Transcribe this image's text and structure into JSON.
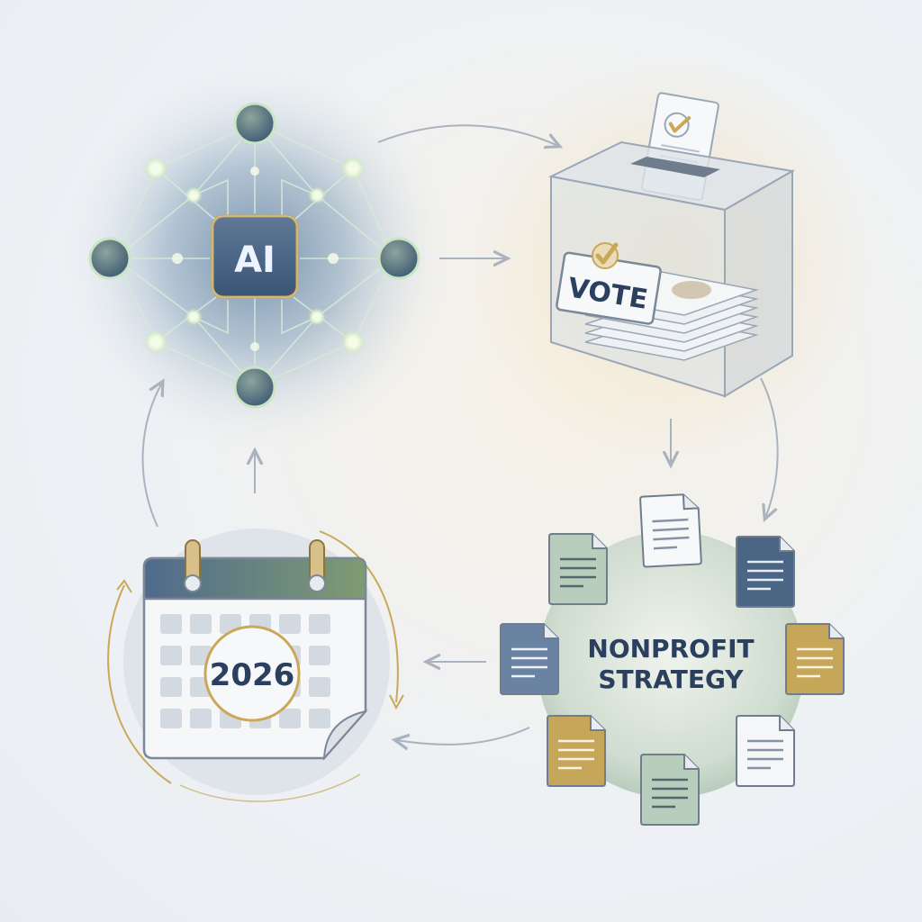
{
  "ai_hub": {
    "label": "AI",
    "icon": "neural-network-icon"
  },
  "ballot_box": {
    "label": "VOTE",
    "icon": "ballot-box-icon"
  },
  "strategy": {
    "line1": "NONPROFIT",
    "line2": "STRATEGY",
    "icon": "document-cluster-icon"
  },
  "calendar": {
    "year": "2026",
    "icon": "calendar-icon"
  },
  "colors": {
    "navy": "#2f4a6b",
    "slate": "#5b7293",
    "sage": "#9fb8a4",
    "gold": "#c9a85a",
    "glow": "#7fa6b8",
    "arrow": "#a9b3bf",
    "text": "#2b405f"
  }
}
